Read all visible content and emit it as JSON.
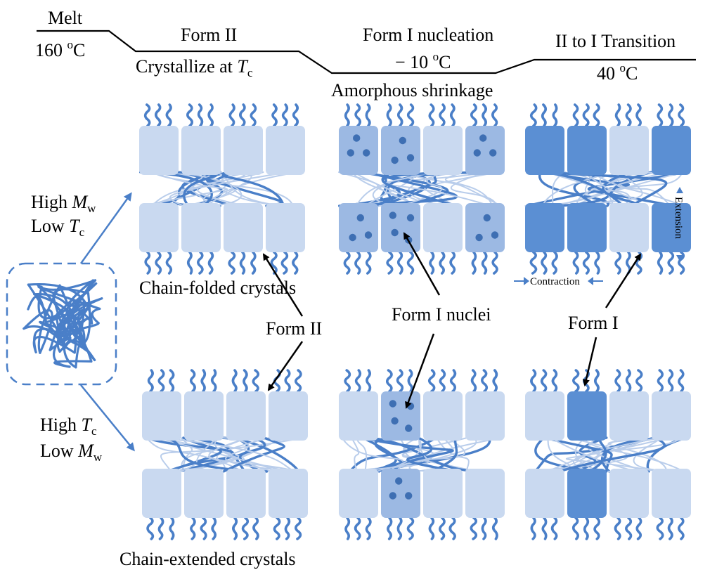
{
  "thermal_profile": {
    "melt_label": "Melt",
    "melt_temp": {
      "value": "160 ",
      "sup": "o",
      "unit": "C"
    },
    "form2_title": "Form II",
    "crystallize": {
      "prefix": "Crystallize at ",
      "var": "T",
      "sub": "c"
    },
    "nucleation_title": "Form I nucleation",
    "nucleation_temp": {
      "value": "− 10 ",
      "sup": "o",
      "unit": "C"
    },
    "shrinkage_label": "Amorphous shrinkage",
    "transition_title": "II to I Transition",
    "transition_temp": {
      "value": "40 ",
      "sup": "o",
      "unit": "C"
    }
  },
  "branches": {
    "upper": {
      "line1": {
        "word": "High ",
        "var": "M",
        "sub": "w"
      },
      "line2": {
        "word": "Low ",
        "var": "T",
        "sub": "c"
      }
    },
    "lower": {
      "line1": {
        "word": "High ",
        "var": "T",
        "sub": "c"
      },
      "line2": {
        "word": "Low ",
        "var": "M",
        "sub": "w"
      }
    }
  },
  "captions": {
    "folded": "Chain-folded crystals",
    "extended": "Chain-extended crystals",
    "form2_callout": "Form II",
    "nuclei_callout": "Form I nuclei",
    "form1_callout": "Form I",
    "contraction": "Contraction",
    "extension": "Extension"
  },
  "colors": {
    "chain": "#4a7fc8",
    "form2_block": "#c9d9f0",
    "nucleated_block": "#9cb9e3",
    "form1_block": "#5b8fd3",
    "nucleus_dot": "#3e6fb3",
    "arrow_blue": "#4a7fc8"
  },
  "crystal_states": {
    "upper_row": [
      [
        "form2",
        "form2",
        "form2",
        "form2"
      ],
      [
        "nucleated",
        "nucleated",
        "form2",
        "nucleated"
      ],
      [
        "form1",
        "form1",
        "form2",
        "form1"
      ]
    ],
    "lower_row": [
      [
        "form2",
        "form2",
        "form2",
        "form2"
      ],
      [
        "form2",
        "nucleated",
        "form2",
        "form2"
      ],
      [
        "form2",
        "form1",
        "form2",
        "form2"
      ]
    ]
  }
}
